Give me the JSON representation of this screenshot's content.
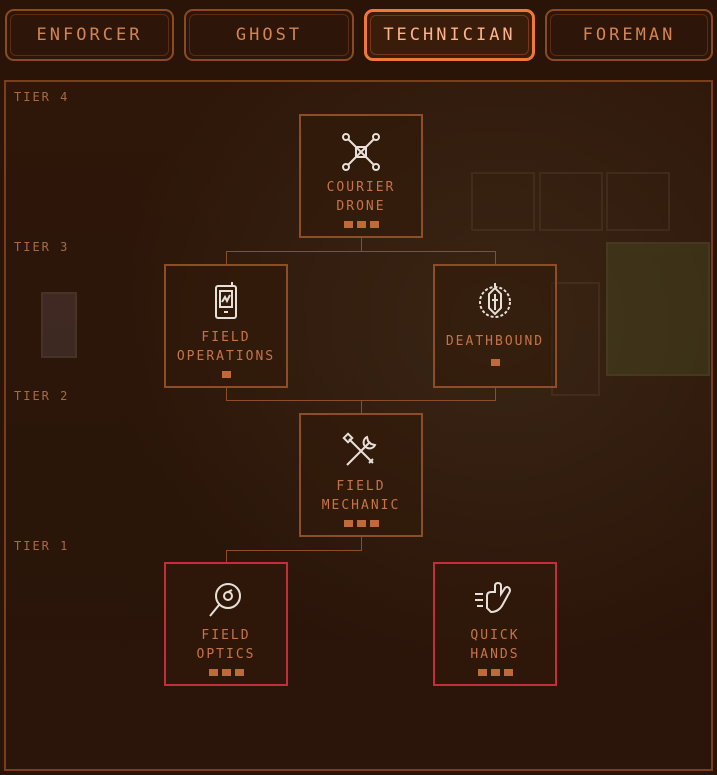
{
  "tabs": [
    {
      "label": "ENFORCER",
      "active": false
    },
    {
      "label": "GHOST",
      "active": false
    },
    {
      "label": "TECHNICIAN",
      "active": true
    },
    {
      "label": "FOREMAN",
      "active": false
    }
  ],
  "tiers": [
    "TIER 4",
    "TIER 3",
    "TIER 2",
    "TIER 1"
  ],
  "nodes": {
    "courier_drone": {
      "line1": "COURIER",
      "line2": "DRONE",
      "icon": "drone-icon",
      "pips": 3,
      "locked": false
    },
    "field_operations": {
      "line1": "FIELD",
      "line2": "OPERATIONS",
      "icon": "tablet-icon",
      "pips": 1,
      "locked": false
    },
    "deathbound": {
      "line1": "DEATHBOUND",
      "line2": "",
      "icon": "emblem-icon",
      "pips": 1,
      "locked": false
    },
    "field_mechanic": {
      "line1": "FIELD",
      "line2": "MECHANIC",
      "icon": "tools-icon",
      "pips": 3,
      "locked": false
    },
    "field_optics": {
      "line1": "FIELD",
      "line2": "OPTICS",
      "icon": "magnifier-icon",
      "pips": 3,
      "locked": true
    },
    "quick_hands": {
      "line1": "QUICK",
      "line2": "HANDS",
      "icon": "hand-icon",
      "pips": 3,
      "locked": true
    }
  },
  "colors": {
    "accent": "#f0783a",
    "text": "#c7734a",
    "border": "#8c4e28",
    "locked": "#c42e3a"
  }
}
